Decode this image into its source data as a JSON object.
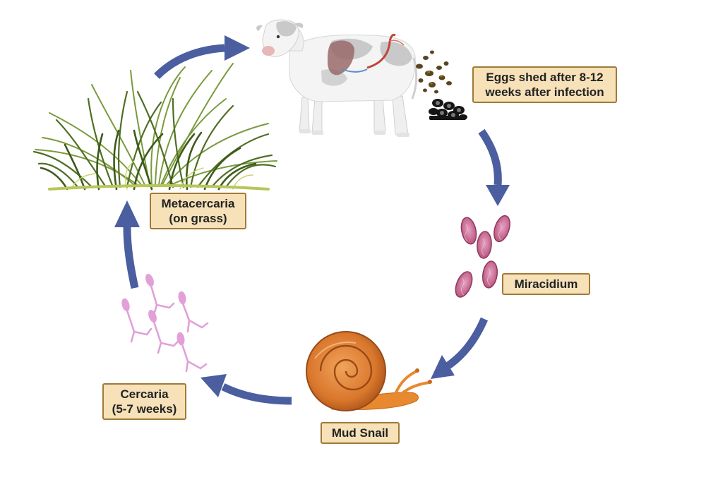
{
  "labels": {
    "eggs": {
      "line1": "Eggs shed after 8-12",
      "line2": "weeks after infection"
    },
    "miracidium": {
      "line1": "Miracidium"
    },
    "mud_snail": {
      "line1": "Mud Snail"
    },
    "cercaria": {
      "line1": "Cercaria",
      "line2": "(5-7 weeks)"
    },
    "metacercaria": {
      "line1": "Metacercaria",
      "line2": "(on grass)"
    }
  },
  "colors": {
    "arrow": "#4a5ea0",
    "label_fill": "#f6e1b8",
    "label_border": "#a07a38",
    "cow_patch": "#c9c9c9",
    "liver": "#9a6a6a",
    "grass": "#5f7c2c",
    "egg_fill": "#b64f7a",
    "snail_shell": "#d9772c",
    "cercaria": "#e2a0d8"
  },
  "icons": [
    "calf-icon",
    "dung-icon",
    "egg-icon",
    "snail-icon",
    "cercaria-icon",
    "grass-icon"
  ]
}
